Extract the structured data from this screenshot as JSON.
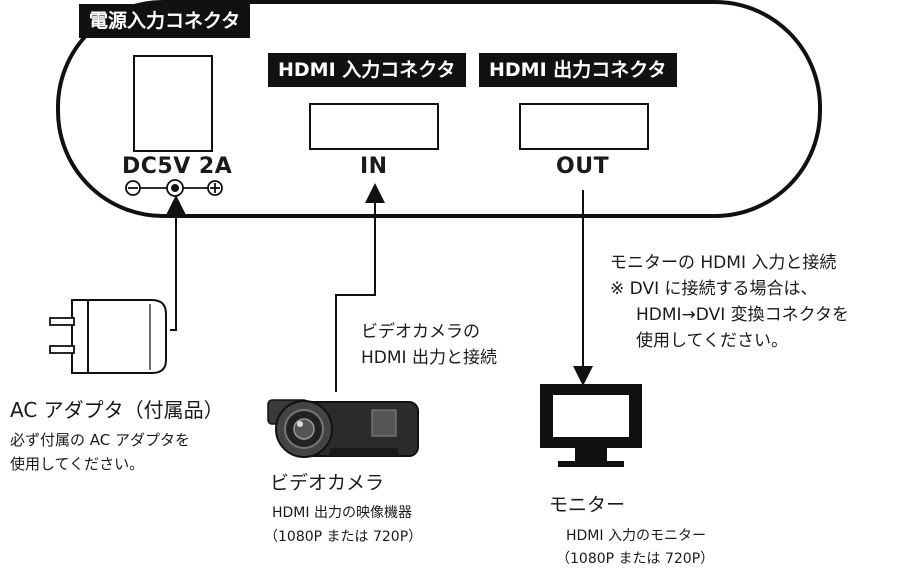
{
  "device": {
    "power_label": "電源入力コネクタ",
    "hdmi_in_label": "HDMI 入力コネクタ",
    "hdmi_out_label": "HDMI 出力コネクタ",
    "power_port_text": "DC5V 2A",
    "in_port_text": "IN",
    "out_port_text": "OUT"
  },
  "adapter": {
    "title": "AC アダプタ（付属品）",
    "note_line1": "必ず付属の AC アダプタを",
    "note_line2": "使用してください。"
  },
  "camera_connection": {
    "line1": "ビデオカメラの",
    "line2": "HDMI 出力と接続"
  },
  "camera": {
    "title": "ビデオカメラ",
    "desc_line1": "HDMI 出力の映像機器",
    "desc_line2": "（1080P または 720P）"
  },
  "monitor_connection": {
    "line1": "モニターの HDMI 入力と接続",
    "line2": "※ DVI に接続する場合は、",
    "line3": "HDMI→DVI 変換コネクタを",
    "line4": "使用してください。"
  },
  "monitor": {
    "title": "モニター",
    "desc_line1": "HDMI 入力のモニター",
    "desc_line2": "（1080P または 720P）"
  }
}
